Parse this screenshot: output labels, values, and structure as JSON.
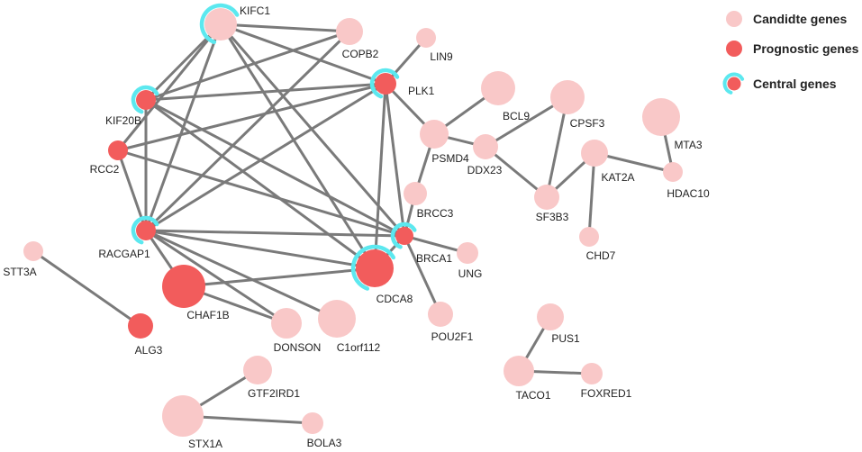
{
  "legend": {
    "candidate": "Candidte genes",
    "prognostic": "Prognostic genes",
    "central": "Central genes"
  },
  "colors": {
    "candidate": "#f9c8c8",
    "prognostic": "#f25c5c",
    "central_ring": "#5ce8ef",
    "edge": "#7a7a7a"
  },
  "nodes": [
    {
      "id": "KIFC1",
      "type": "candidate",
      "central": true
    },
    {
      "id": "COPB2",
      "type": "candidate",
      "central": false
    },
    {
      "id": "LIN9",
      "type": "candidate",
      "central": false
    },
    {
      "id": "KIF20B",
      "type": "prognostic",
      "central": true
    },
    {
      "id": "PLK1",
      "type": "prognostic",
      "central": true
    },
    {
      "id": "BCL9",
      "type": "candidate",
      "central": false
    },
    {
      "id": "CPSF3",
      "type": "candidate",
      "central": false
    },
    {
      "id": "MTA3",
      "type": "candidate",
      "central": false
    },
    {
      "id": "RCC2",
      "type": "prognostic",
      "central": false
    },
    {
      "id": "PSMD4",
      "type": "candidate",
      "central": false
    },
    {
      "id": "DDX23",
      "type": "candidate",
      "central": false
    },
    {
      "id": "KAT2A",
      "type": "candidate",
      "central": false
    },
    {
      "id": "HDAC10",
      "type": "candidate",
      "central": false
    },
    {
      "id": "BRCC3",
      "type": "candidate",
      "central": false
    },
    {
      "id": "SF3B3",
      "type": "candidate",
      "central": false
    },
    {
      "id": "RACGAP1",
      "type": "prognostic",
      "central": true
    },
    {
      "id": "BRCA1",
      "type": "prognostic",
      "central": true
    },
    {
      "id": "CHD7",
      "type": "candidate",
      "central": false
    },
    {
      "id": "STT3A",
      "type": "candidate",
      "central": false
    },
    {
      "id": "UNG",
      "type": "candidate",
      "central": false
    },
    {
      "id": "CDCA8",
      "type": "prognostic",
      "central": true
    },
    {
      "id": "CHAF1B",
      "type": "prognostic",
      "central": false
    },
    {
      "id": "DONSON",
      "type": "candidate",
      "central": false
    },
    {
      "id": "C1orf112",
      "type": "candidate",
      "central": false
    },
    {
      "id": "POU2F1",
      "type": "candidate",
      "central": false
    },
    {
      "id": "ALG3",
      "type": "prognostic",
      "central": false
    },
    {
      "id": "PUS1",
      "type": "candidate",
      "central": false
    },
    {
      "id": "GTF2IRD1",
      "type": "candidate",
      "central": false
    },
    {
      "id": "TACO1",
      "type": "candidate",
      "central": false
    },
    {
      "id": "FOXRED1",
      "type": "candidate",
      "central": false
    },
    {
      "id": "STX1A",
      "type": "candidate",
      "central": false
    },
    {
      "id": "BOLA3",
      "type": "candidate",
      "central": false
    }
  ],
  "edges": [
    [
      "KIFC1",
      "COPB2"
    ],
    [
      "KIFC1",
      "KIF20B"
    ],
    [
      "KIFC1",
      "PLK1"
    ],
    [
      "KIFC1",
      "RCC2"
    ],
    [
      "KIFC1",
      "RACGAP1"
    ],
    [
      "KIFC1",
      "CDCA8"
    ],
    [
      "KIFC1",
      "BRCA1"
    ],
    [
      "COPB2",
      "RACGAP1"
    ],
    [
      "COPB2",
      "KIF20B"
    ],
    [
      "LIN9",
      "PLK1"
    ],
    [
      "KIF20B",
      "PLK1"
    ],
    [
      "KIF20B",
      "RACGAP1"
    ],
    [
      "KIF20B",
      "CDCA8"
    ],
    [
      "KIF20B",
      "BRCA1"
    ],
    [
      "PLK1",
      "RACGAP1"
    ],
    [
      "PLK1",
      "CDCA8"
    ],
    [
      "PLK1",
      "BRCA1"
    ],
    [
      "PLK1",
      "PSMD4"
    ],
    [
      "PLK1",
      "RCC2"
    ],
    [
      "RCC2",
      "RACGAP1"
    ],
    [
      "RCC2",
      "BRCA1"
    ],
    [
      "RACGAP1",
      "BRCA1"
    ],
    [
      "RACGAP1",
      "CDCA8"
    ],
    [
      "RACGAP1",
      "CHAF1B"
    ],
    [
      "RACGAP1",
      "DONSON"
    ],
    [
      "RACGAP1",
      "C1orf112"
    ],
    [
      "CHAF1B",
      "CDCA8"
    ],
    [
      "CHAF1B",
      "DONSON"
    ],
    [
      "BRCA1",
      "CDCA8"
    ],
    [
      "BRCA1",
      "BRCC3"
    ],
    [
      "BRCA1",
      "UNG"
    ],
    [
      "BRCA1",
      "POU2F1"
    ],
    [
      "BRCC3",
      "PSMD4"
    ],
    [
      "PSMD4",
      "BCL9"
    ],
    [
      "PSMD4",
      "DDX23"
    ],
    [
      "DDX23",
      "CPSF3"
    ],
    [
      "DDX23",
      "SF3B3"
    ],
    [
      "CPSF3",
      "SF3B3"
    ],
    [
      "SF3B3",
      "KAT2A"
    ],
    [
      "KAT2A",
      "HDAC10"
    ],
    [
      "KAT2A",
      "CHD7"
    ],
    [
      "MTA3",
      "HDAC10"
    ],
    [
      "STT3A",
      "ALG3"
    ],
    [
      "PUS1",
      "TACO1"
    ],
    [
      "TACO1",
      "FOXRED1"
    ],
    [
      "GTF2IRD1",
      "STX1A"
    ],
    [
      "STX1A",
      "BOLA3"
    ]
  ]
}
